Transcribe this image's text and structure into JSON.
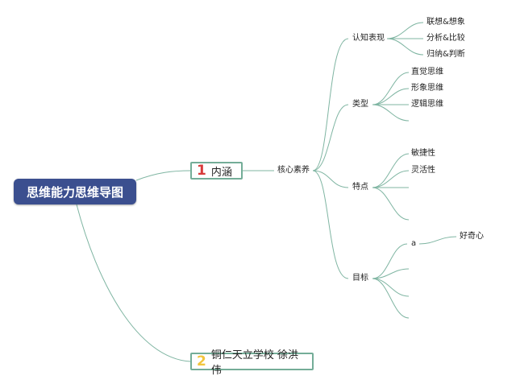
{
  "root": {
    "label": "思维能力思维导图"
  },
  "branch1": {
    "number": "1",
    "label": "内涵"
  },
  "branch2": {
    "number": "2",
    "label": "铜仁天立学校 徐洪伟"
  },
  "core": {
    "label": "核心素养"
  },
  "groups": {
    "cognition": {
      "label": "认知表现",
      "children": [
        "联想&想象",
        "分析&比较",
        "归纳&判断"
      ]
    },
    "types": {
      "label": "类型",
      "children": [
        "直觉思维",
        "形象思维",
        "逻辑思维"
      ]
    },
    "traits": {
      "label": "特点",
      "children": [
        "敏捷性",
        "灵活性"
      ]
    },
    "goals": {
      "label": "目标",
      "sub": {
        "label": "a",
        "children": [
          "好奇心"
        ]
      }
    }
  },
  "colors": {
    "line": "#7fb5a2",
    "root_bg": "#3b4f8f",
    "box_border": "#74ad98",
    "num1": "#d83b3b",
    "num2": "#f2c53d"
  }
}
